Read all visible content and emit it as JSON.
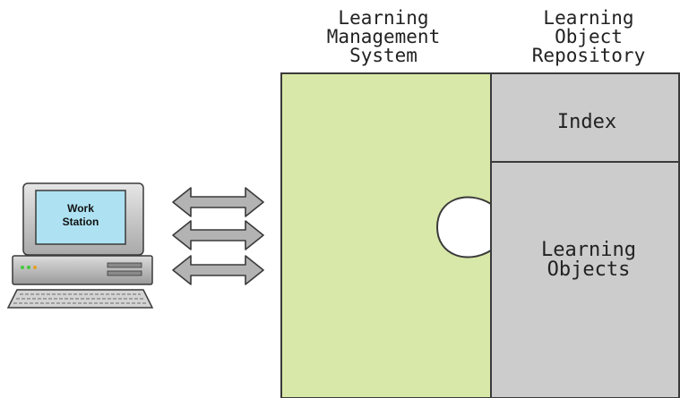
{
  "diagram": {
    "headers": {
      "lms": [
        "Learning",
        "Management",
        "System"
      ],
      "lor": [
        "Learning",
        "Object",
        "Repository"
      ]
    },
    "blocks": {
      "index": "Index",
      "learning_objects": [
        "Learning",
        "Objects"
      ]
    },
    "workstation": {
      "screen_label": [
        "Work",
        "Station"
      ]
    },
    "colors": {
      "lms_fill": "#d8e8a8",
      "repo_fill": "#cccccc",
      "outline": "#3a3a3a",
      "arrow_fill": "#b3b3b3",
      "screen_fill": "#aee2f2"
    }
  }
}
